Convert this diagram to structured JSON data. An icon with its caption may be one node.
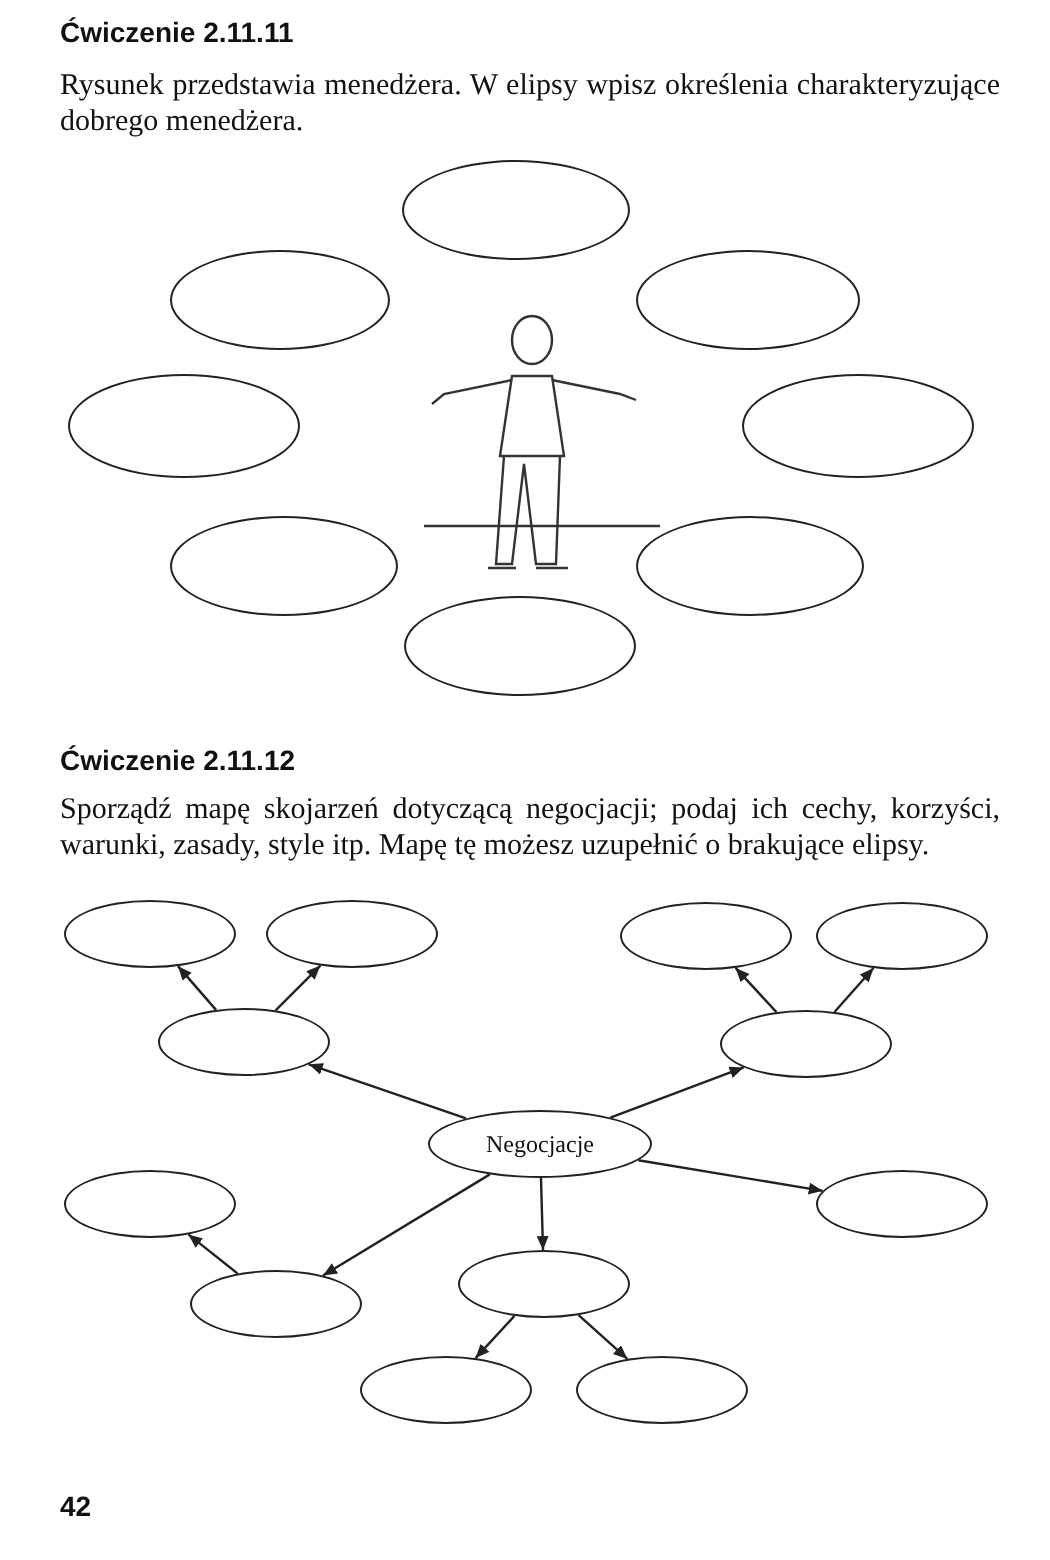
{
  "diagram": {
    "nodes": [
      {
        "text": [],
        "shape": "ellipse"
      },
      {
        "text": [],
        "shape": "ellipse"
      },
      {
        "text": [],
        "shape": "ellipse"
      },
      {
        "text": [],
        "shape": "ellipse"
      },
      {
        "text": [],
        "shape": "ellipse"
      },
      {
        "text": [],
        "shape": "ellipse"
      },
      {
        "text": [],
        "shape": "ellipse"
      },
      {
        "text": [],
        "shape": "ellipse"
      },
      {
        "text": [],
        "shape": "ellipse"
      },
      {
        "text": [],
        "shape": "ellipse"
      },
      {
        "text": [],
        "shape": "ellipse"
      },
      {
        "text": [],
        "shape": "ellipse"
      },
      {
        "text": [],
        "shape": "ellipse"
      },
      {
        "text": [],
        "shape": "ellipse"
      },
      {
        "text": [
          "Negocjacje"
        ]
      },
      {
        "text": [],
        "shape": "ellipse"
      },
      {
        "text": [],
        "shape": "ellipse"
      },
      {
        "text": [],
        "shape": "ellipse"
      },
      {
        "text": [],
        "shape": "ellipse"
      },
      {
        "text": [],
        "shape": "ellipse"
      },
      {
        "text": [],
        "shape": "ellipse"
      }
    ],
    "edges": [
      {
        "from": 14,
        "to": 12,
        "arrow": "to"
      },
      {
        "from": 14,
        "to": 13,
        "arrow": "to"
      },
      {
        "from": 14,
        "to": 16,
        "arrow": "to"
      },
      {
        "from": 14,
        "to": 17,
        "arrow": "to"
      },
      {
        "from": 14,
        "to": 18,
        "arrow": "to"
      },
      {
        "from": 12,
        "to": 8,
        "arrow": "to"
      },
      {
        "from": 12,
        "to": 9,
        "arrow": "to"
      },
      {
        "from": 13,
        "to": 10,
        "arrow": "to"
      },
      {
        "from": 13,
        "to": 11,
        "arrow": "to"
      },
      {
        "from": 18,
        "to": 15,
        "arrow": "to"
      },
      {
        "from": 17,
        "to": 19,
        "arrow": "to"
      },
      {
        "from": 17,
        "to": 20,
        "arrow": "to"
      }
    ],
    "labels": [
      "Ćwiczenie 2.11.11",
      "Rysunek przedstawia menedżera. W elipsy wpisz określenia charakteryzujące dobrego menedżera.",
      "Ćwiczenie 2.11.12",
      "Sporządź mapę skojarzeń dotyczącą negocjacji; podaj ich cechy, korzyści, warunki, zasady, style itp. Mapę tę możesz uzupełnić o brakujące elipsy.",
      "42"
    ]
  }
}
